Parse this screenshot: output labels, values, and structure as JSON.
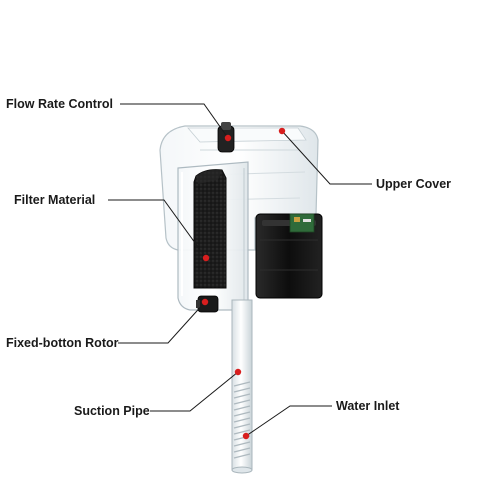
{
  "labels": {
    "flow_rate_control": "Flow Rate Control",
    "filter_material": "Filter Material",
    "fixed_botton_rotor": "Fixed-botton Rotor",
    "suction_pipe": "Suction Pipe",
    "upper_cover": "Upper Cover",
    "water_inlet": "Water Inlet"
  },
  "colors": {
    "marker": "#d81e1e",
    "leader": "#1a1a1a",
    "pump_housing": "#111111",
    "sponge": "#1c1c1c",
    "clear_plastic": "#e8eef2"
  }
}
